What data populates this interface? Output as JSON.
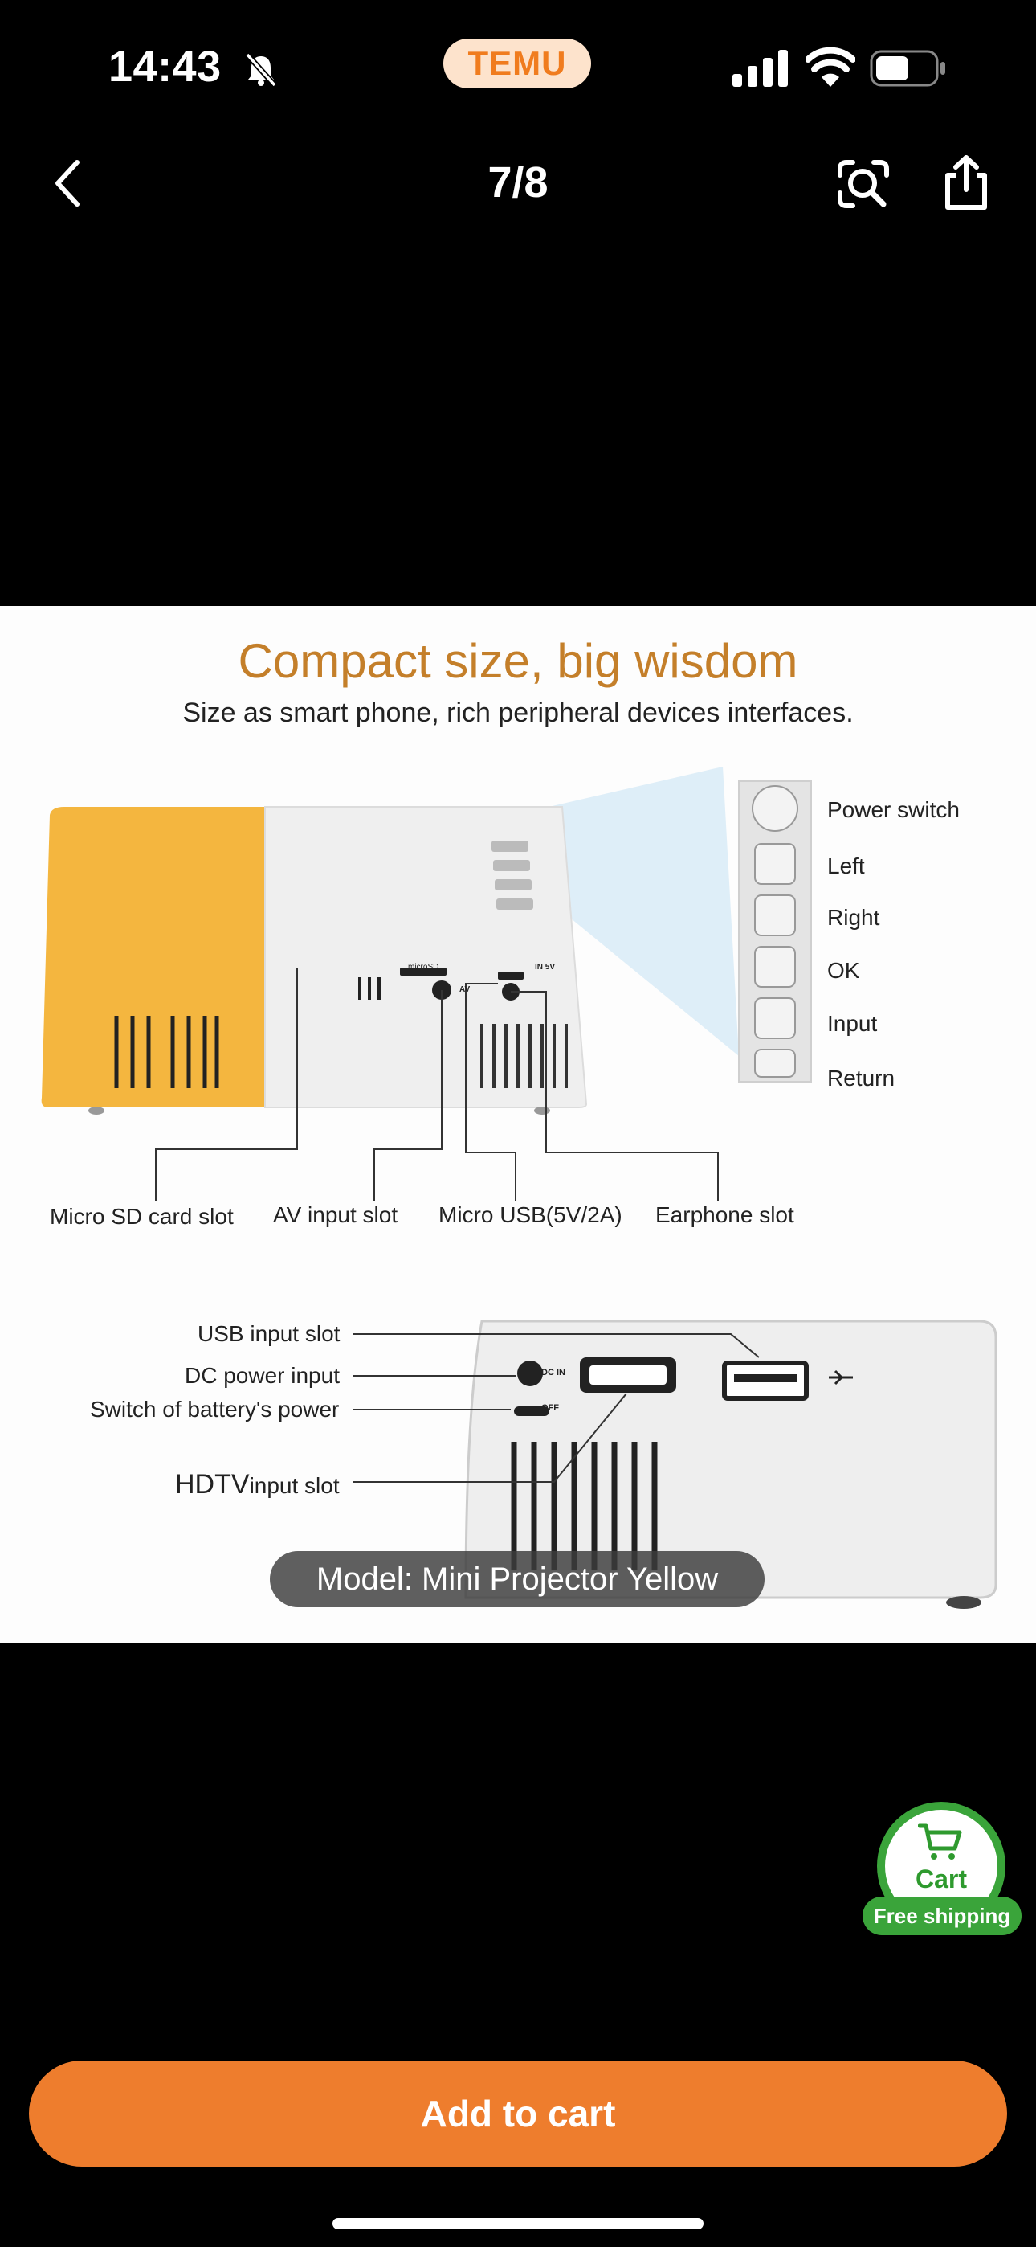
{
  "status_bar": {
    "time": "14:43",
    "brand": "TEMU"
  },
  "nav": {
    "counter": "7/8"
  },
  "product_image": {
    "headline": "Compact size, big wisdom",
    "subline": "Size as smart phone, rich peripheral devices interfaces.",
    "button_labels": [
      "Power switch",
      "Left",
      "Right",
      "OK",
      "Input",
      "Return"
    ],
    "port_labels_top": [
      "Micro SD card slot",
      "AV input slot",
      "Micro USB(5V/2A)",
      "Earphone slot"
    ],
    "port_labels_back": [
      "USB input slot",
      "DC power input",
      "Switch of battery's power"
    ],
    "hdtv_label": "HDTV",
    "hdtv_suffix": "input slot",
    "device_marks": {
      "micro_sd": "microSD",
      "in5v": "IN 5V",
      "av": "AV",
      "dc_in": "DC IN",
      "off": "OFF"
    },
    "colors": {
      "body_yellow": "#f4b63f",
      "body_white": "#efefef",
      "headline": "#c47f2a"
    }
  },
  "model_pill": "Model: Mini Projector Yellow",
  "cart_fab": {
    "label": "Cart",
    "badge": "Free shipping",
    "color": "#3aa43a"
  },
  "cta": {
    "label": "Add to cart",
    "color": "#ee7d2d"
  }
}
